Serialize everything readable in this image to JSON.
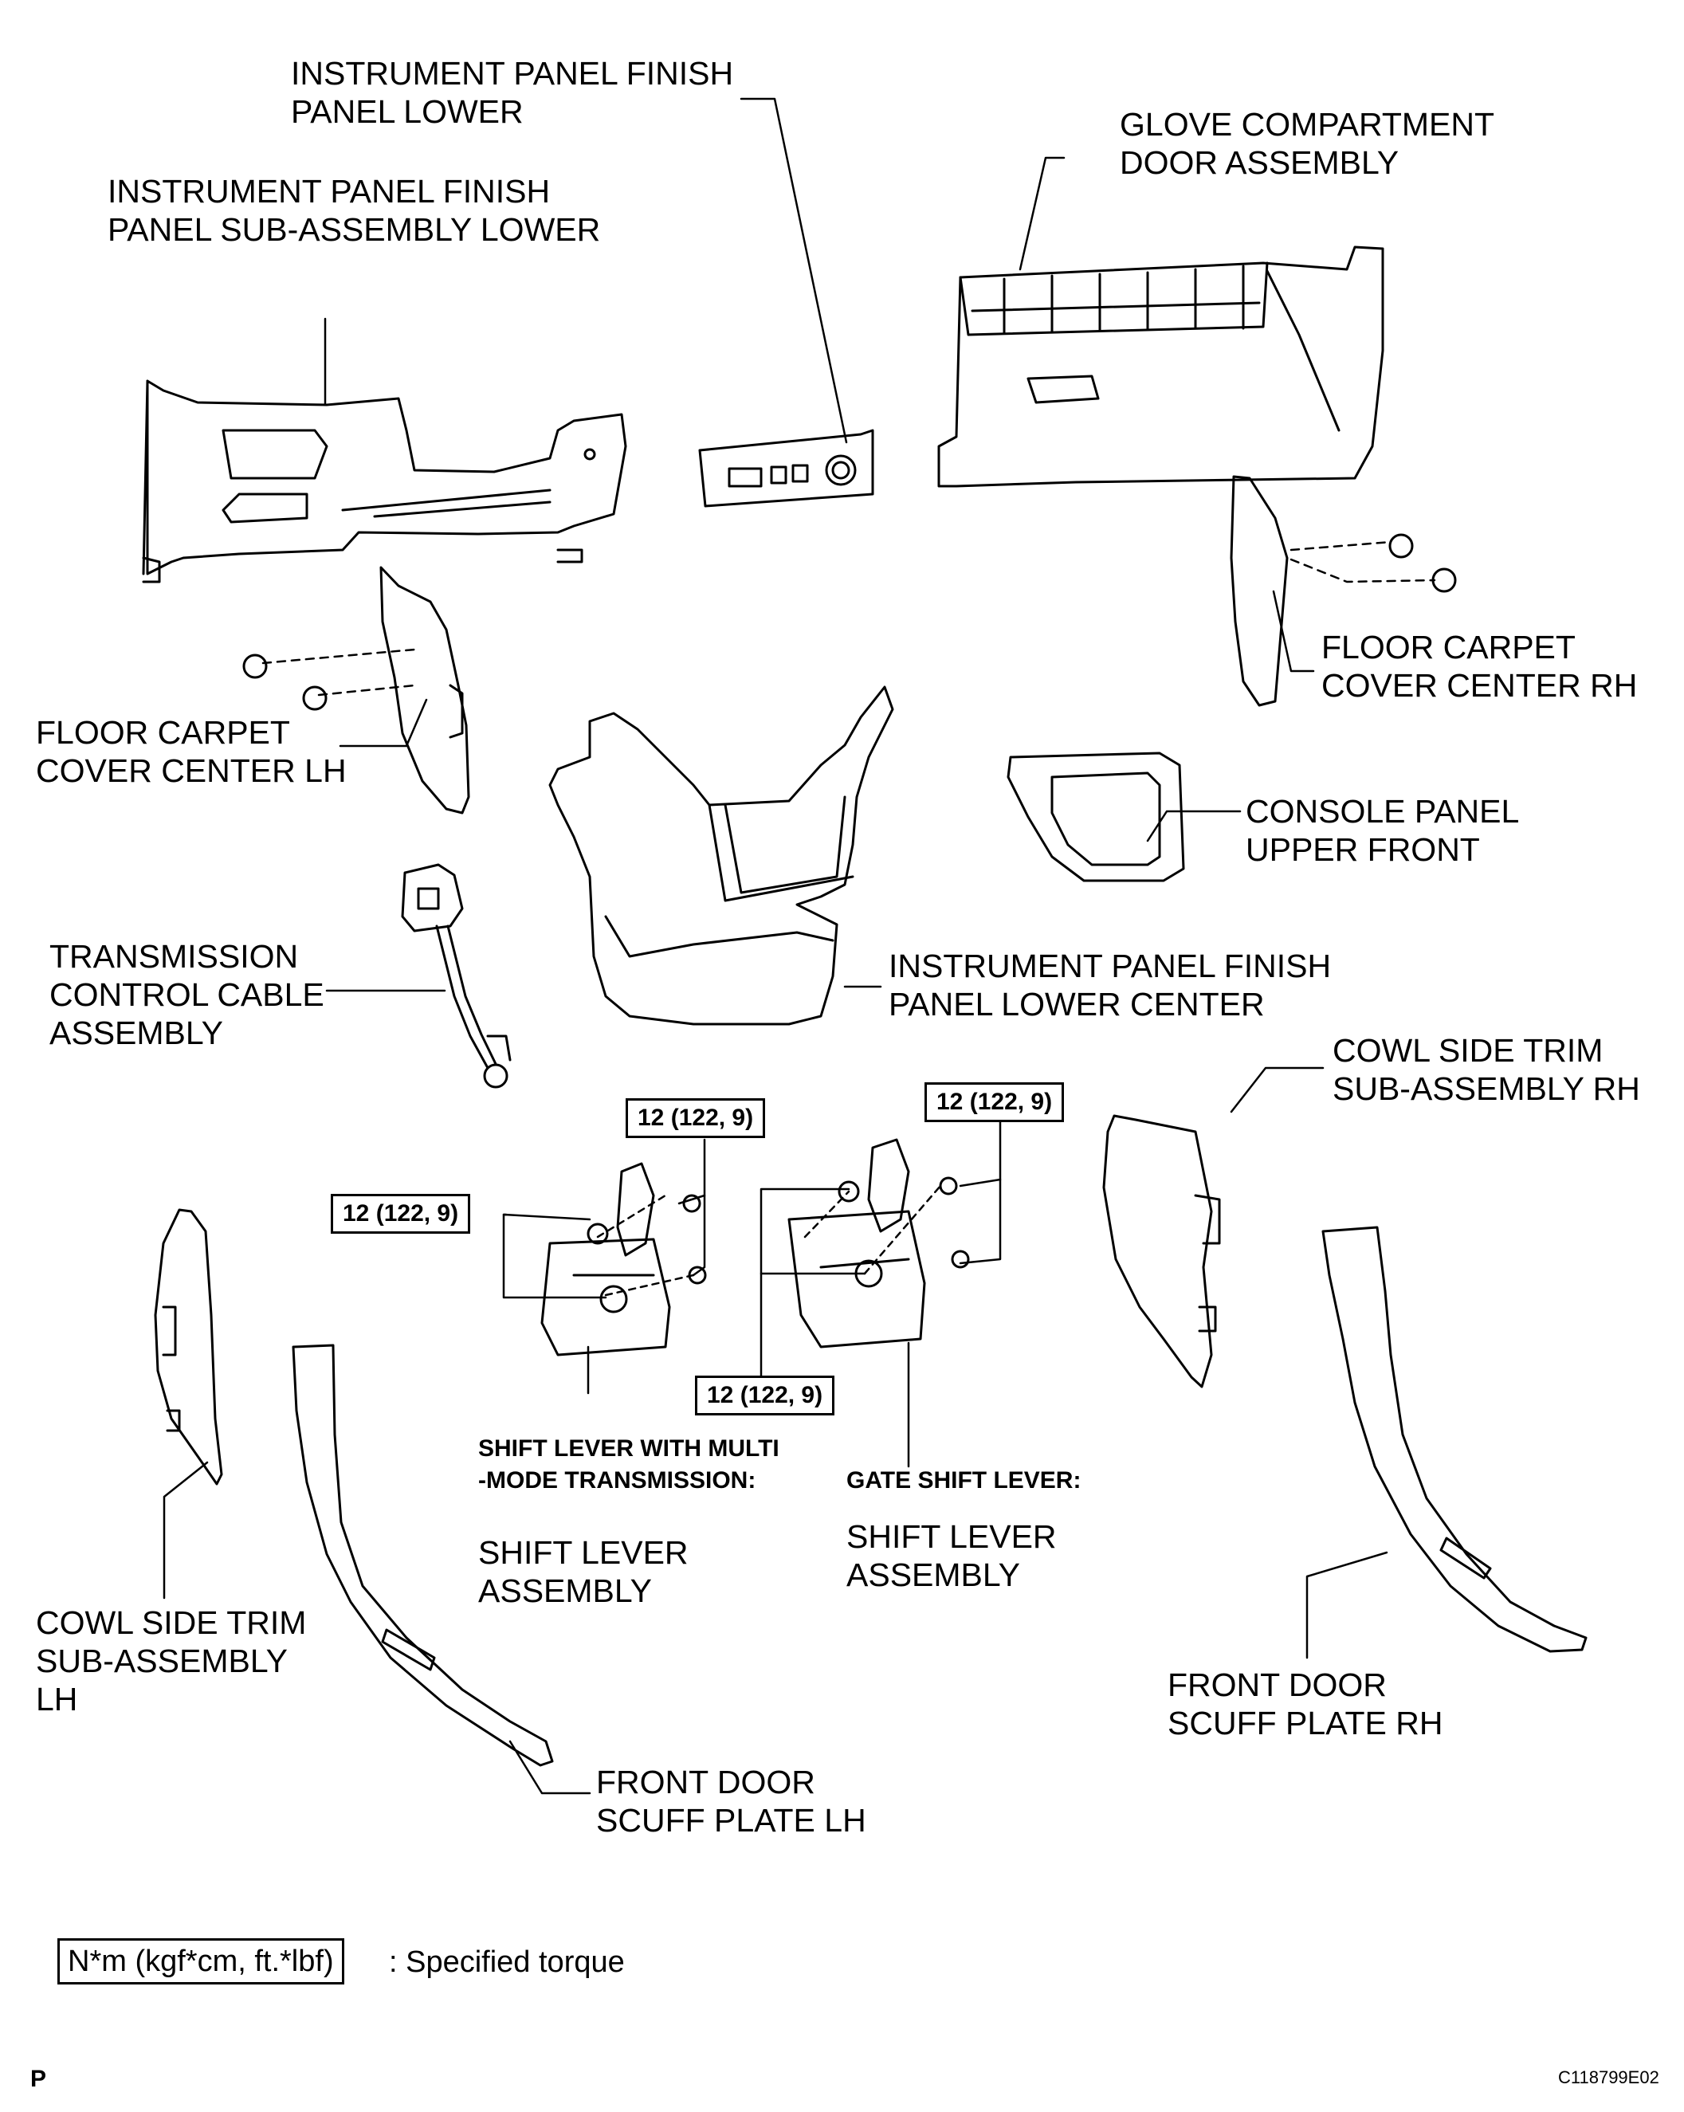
{
  "labels": {
    "ip_finish_panel_lower": [
      "INSTRUMENT PANEL FINISH",
      "PANEL LOWER"
    ],
    "glove_compartment": [
      "GLOVE COMPARTMENT",
      "DOOR ASSEMBLY"
    ],
    "ip_finish_panel_sub_lower": [
      "INSTRUMENT PANEL FINISH",
      "PANEL SUB-ASSEMBLY LOWER"
    ],
    "floor_carpet_rh": [
      "FLOOR CARPET",
      "COVER CENTER RH"
    ],
    "floor_carpet_lh": [
      "FLOOR CARPET",
      "COVER CENTER LH"
    ],
    "console_panel": [
      "CONSOLE PANEL",
      "UPPER FRONT"
    ],
    "transmission_cable": [
      "TRANSMISSION",
      "CONTROL CABLE",
      "ASSEMBLY"
    ],
    "ip_finish_lower_center": [
      "INSTRUMENT PANEL FINISH",
      "PANEL LOWER CENTER"
    ],
    "cowl_side_rh": [
      "COWL SIDE TRIM",
      "SUB-ASSEMBLY RH"
    ],
    "cowl_side_lh": [
      "COWL SIDE TRIM",
      "SUB-ASSEMBLY",
      "LH"
    ],
    "shift_multi_mode": [
      "SHIFT LEVER WITH MULTI",
      "-MODE TRANSMISSION:"
    ],
    "gate_shift": [
      "GATE SHIFT LEVER:"
    ],
    "shift_assembly_1": [
      "SHIFT LEVER",
      "ASSEMBLY"
    ],
    "shift_assembly_2": [
      "SHIFT LEVER",
      "ASSEMBLY"
    ],
    "front_door_scuff_rh": [
      "FRONT DOOR",
      "SCUFF PLATE RH"
    ],
    "front_door_scuff_lh": [
      "FRONT DOOR",
      "SCUFF PLATE LH"
    ]
  },
  "torque": {
    "t1": "12 (122, 9)",
    "t2": "12 (122, 9)",
    "t3": "12 (122, 9)",
    "t4": "12 (122, 9)"
  },
  "legend": {
    "box": "N*m (kgf*cm, ft.*lbf)",
    "text": ": Specified torque"
  },
  "footer": {
    "page_letter": "P",
    "code": "C118799E02"
  }
}
